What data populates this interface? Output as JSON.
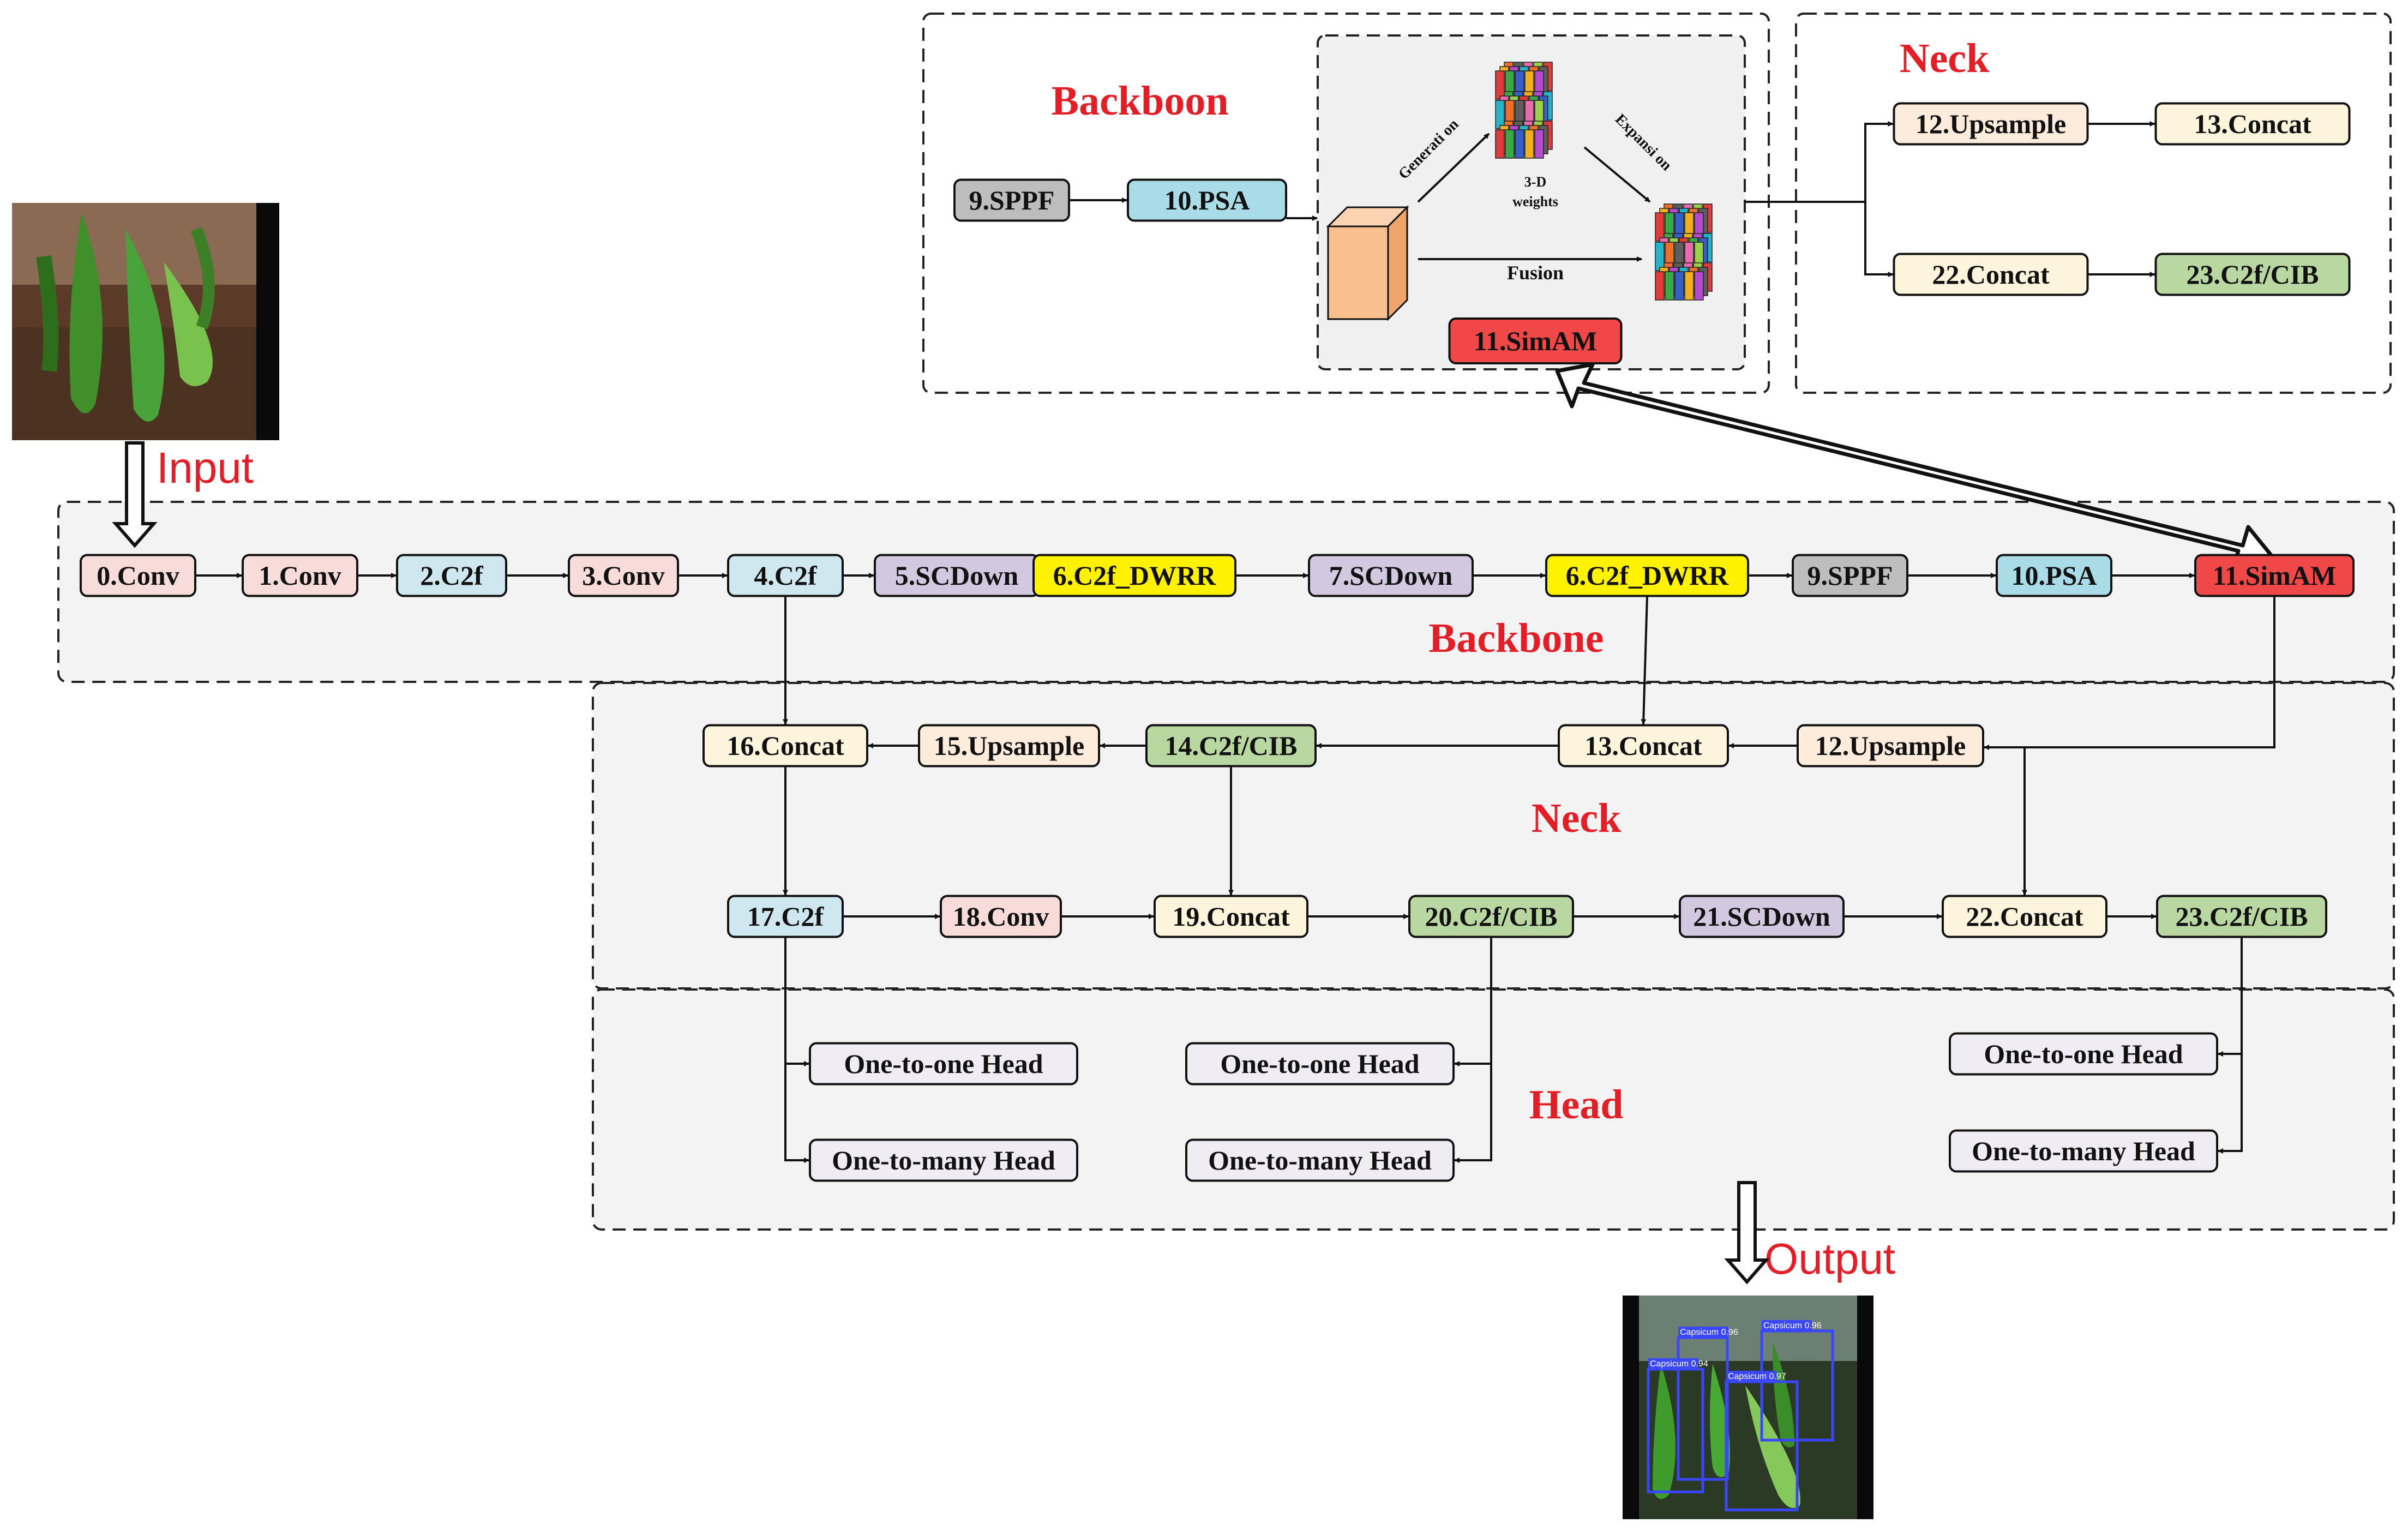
{
  "colors": {
    "conv": "#f8dcd9",
    "c2f": "#cfe8f0",
    "scdown": "#d2c8e0",
    "dwrr": "#fff200",
    "sppf": "#bdbdbd",
    "psa": "#a9dce6",
    "simam": "#f04848",
    "concat": "#fdf4dc",
    "upsample": "#fdecdc",
    "cib": "#b9d7a0",
    "head": "#f0ecf4",
    "panel": "#f3f3f3",
    "red": "#e41e26",
    "det": "#3b46ff"
  },
  "labels": {
    "input": "Input",
    "output": "Output",
    "backbone": "Backbone",
    "neck": "Neck",
    "head": "Head",
    "inset_backbone": "Backboon",
    "inset_neck": "Neck",
    "generation": "Generati on",
    "expansion": "Expansi on",
    "weights_line1": "3-D",
    "weights_line2": "weights",
    "fusion": "Fusion"
  },
  "backbone_nodes": [
    "0.Conv",
    "1.Conv",
    "2.C2f",
    "3.Conv",
    "4.C2f",
    "5.SCDown",
    "6.C2f_DWRR",
    "7.SCDown",
    "6.C2f_DWRR",
    "9.SPPF",
    "10.PSA",
    "11.SimAM"
  ],
  "neck_row1": [
    "16.Concat",
    "15.Upsample",
    "14.C2f/CIB",
    "13.Concat",
    "12.Upsample"
  ],
  "neck_row2": [
    "17.C2f",
    "18.Conv",
    "19.Concat",
    "20.C2f/CIB",
    "21.SCDown",
    "22.Concat",
    "23.C2f/CIB"
  ],
  "heads": {
    "one_to_one": "One-to-one Head",
    "one_to_many": "One-to-many Head"
  },
  "inset_nodes": {
    "sppf": "9.SPPF",
    "psa": "10.PSA",
    "simam": "11.SimAM",
    "upsample": "12.Upsample",
    "concat13": "13.Concat",
    "concat22": "22.Concat",
    "cib23": "23.C2f/CIB"
  },
  "detections": [
    "Capsicum 0.96",
    "Capsicum 0.96",
    "Capsicum 0.94",
    "Capsicum 0.97"
  ]
}
